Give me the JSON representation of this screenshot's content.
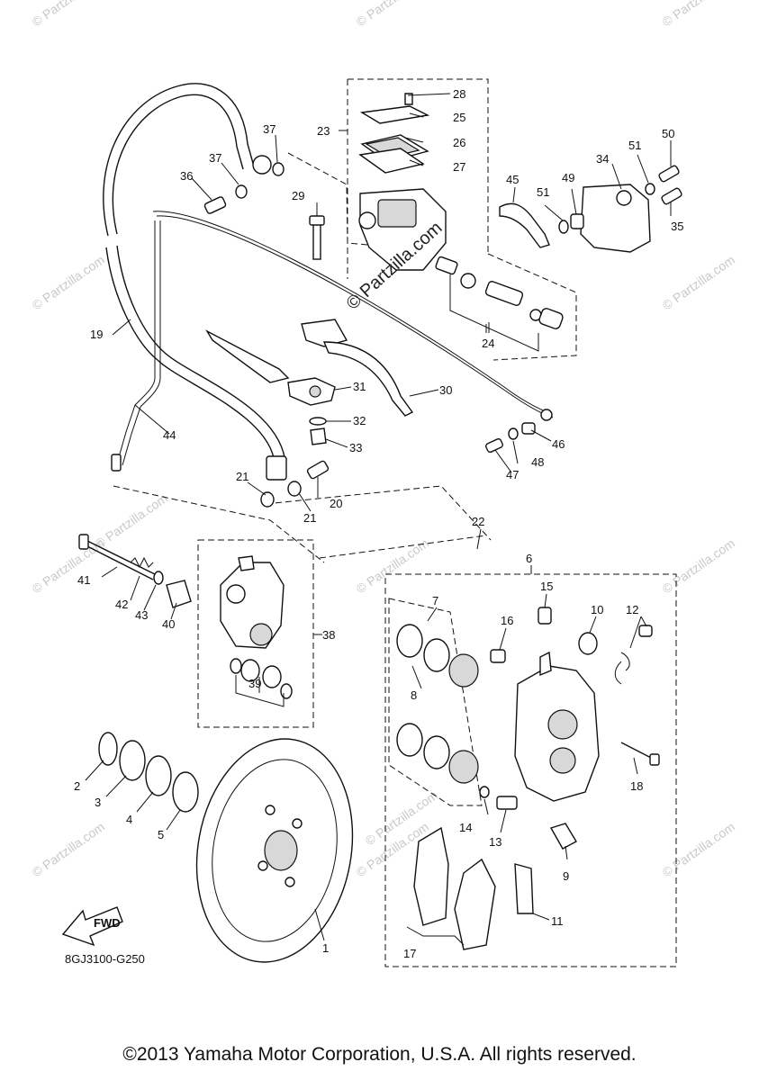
{
  "diagram_code": "8GJ3100-G250",
  "fwd_label": "FWD",
  "copyright": "©2013 Yamaha Motor Corporation, U.S.A. All rights reserved.",
  "watermark_main": "© Partzilla.com",
  "watermark_tile": "© Partzilla.com",
  "callouts": {
    "p1": "1",
    "p2": "2",
    "p3": "3",
    "p4": "4",
    "p5": "5",
    "p6": "6",
    "p7": "7",
    "p8": "8",
    "p9": "9",
    "p10": "10",
    "p11": "11",
    "p12": "12",
    "p13": "13",
    "p14": "14",
    "p15": "15",
    "p16": "16",
    "p17": "17",
    "p18": "18",
    "p19": "19",
    "p20": "20",
    "p21a": "21",
    "p21b": "21",
    "p22": "22",
    "p23": "23",
    "p24": "24",
    "p25": "25",
    "p26": "26",
    "p27": "27",
    "p28": "28",
    "p29": "29",
    "p30": "30",
    "p31": "31",
    "p32": "32",
    "p33": "33",
    "p34": "34",
    "p35": "35",
    "p36": "36",
    "p37a": "37",
    "p37b": "37",
    "p38": "38",
    "p39": "39",
    "p40": "40",
    "p41": "41",
    "p42": "42",
    "p43": "43",
    "p44": "44",
    "p45": "45",
    "p46": "46",
    "p47": "47",
    "p48": "48",
    "p49": "49",
    "p50": "50",
    "p51a": "51",
    "p51b": "51"
  }
}
